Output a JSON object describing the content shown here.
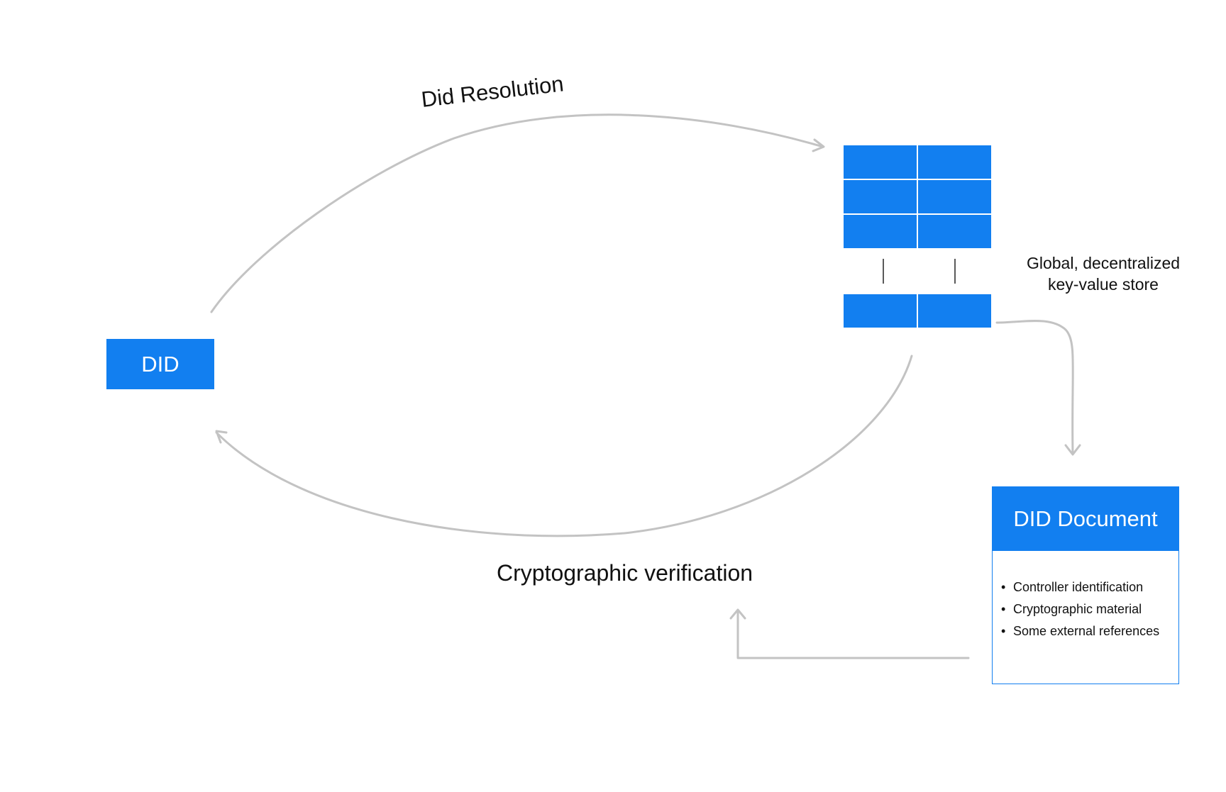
{
  "did_box": {
    "label": "DID"
  },
  "arrows": {
    "top_label": "Did Resolution",
    "bottom_label": "Cryptographic verification"
  },
  "store": {
    "label_line1": "Global, decentralized",
    "label_line2": "key-value store"
  },
  "did_document": {
    "title": "DID Document",
    "items": [
      "Controller identification",
      "Cryptographic material",
      "Some external references"
    ]
  },
  "colors": {
    "accent": "#127ff0",
    "arrow": "#c3c3c3",
    "text": "#111111"
  }
}
